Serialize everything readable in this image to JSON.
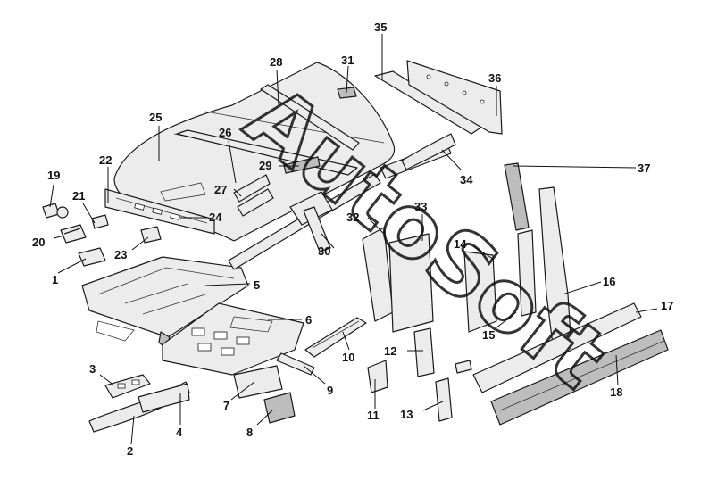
{
  "watermark": {
    "text": "AutoSoft"
  },
  "callouts": {
    "c1": "1",
    "c2": "2",
    "c3": "3",
    "c4": "4",
    "c5": "5",
    "c6": "6",
    "c7": "7",
    "c8": "8",
    "c9": "9",
    "c10": "10",
    "c11": "11",
    "c12": "12",
    "c13": "13",
    "c14": "14",
    "c15": "15",
    "c16": "16",
    "c17": "17",
    "c18": "18",
    "c19": "19",
    "c20": "20",
    "c21": "21",
    "c22": "22",
    "c23": "23",
    "c24": "24",
    "c25": "25",
    "c26": "26",
    "c27": "27",
    "c28": "28",
    "c29": "29",
    "c30": "30",
    "c31": "31",
    "c32": "32",
    "c33": "33",
    "c34": "34",
    "c35": "35",
    "c36": "36",
    "c37": "37"
  }
}
